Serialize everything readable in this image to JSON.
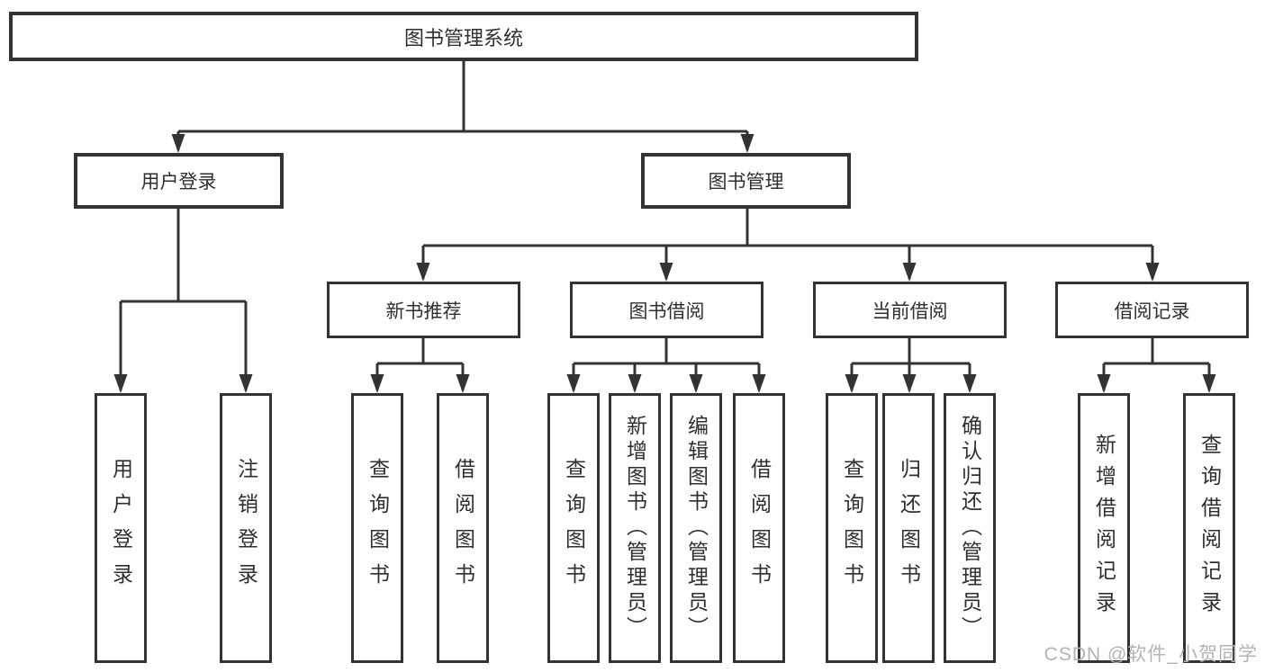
{
  "colors": {
    "line": "#333333",
    "box_border": "#333333",
    "box_background": "#ffffff",
    "text": "#2f2f2f",
    "watermark": "#b3b3b3"
  },
  "diagram": {
    "root": {
      "label": "图书管理系统"
    },
    "branches": [
      {
        "label": "用户登录",
        "children": [
          {
            "label": "用户登录"
          },
          {
            "label": "注销登录"
          }
        ]
      },
      {
        "label": "图书管理",
        "children": [
          {
            "label": "新书推荐",
            "children": [
              {
                "label": "查询图书"
              },
              {
                "label": "借阅图书"
              }
            ]
          },
          {
            "label": "图书借阅",
            "children": [
              {
                "label": "查询图书"
              },
              {
                "label": "新增图书（管理员）"
              },
              {
                "label": "编辑图书（管理员）"
              },
              {
                "label": "借阅图书"
              }
            ]
          },
          {
            "label": "当前借阅",
            "children": [
              {
                "label": "查询图书"
              },
              {
                "label": "归还图书"
              },
              {
                "label": "确认归还（管理员）"
              }
            ]
          },
          {
            "label": "借阅记录",
            "children": [
              {
                "label": "新增借阅记录"
              },
              {
                "label": "查询借阅记录"
              }
            ]
          }
        ]
      }
    ]
  },
  "watermark": {
    "text": "CSDN @软件_小贺同学"
  }
}
